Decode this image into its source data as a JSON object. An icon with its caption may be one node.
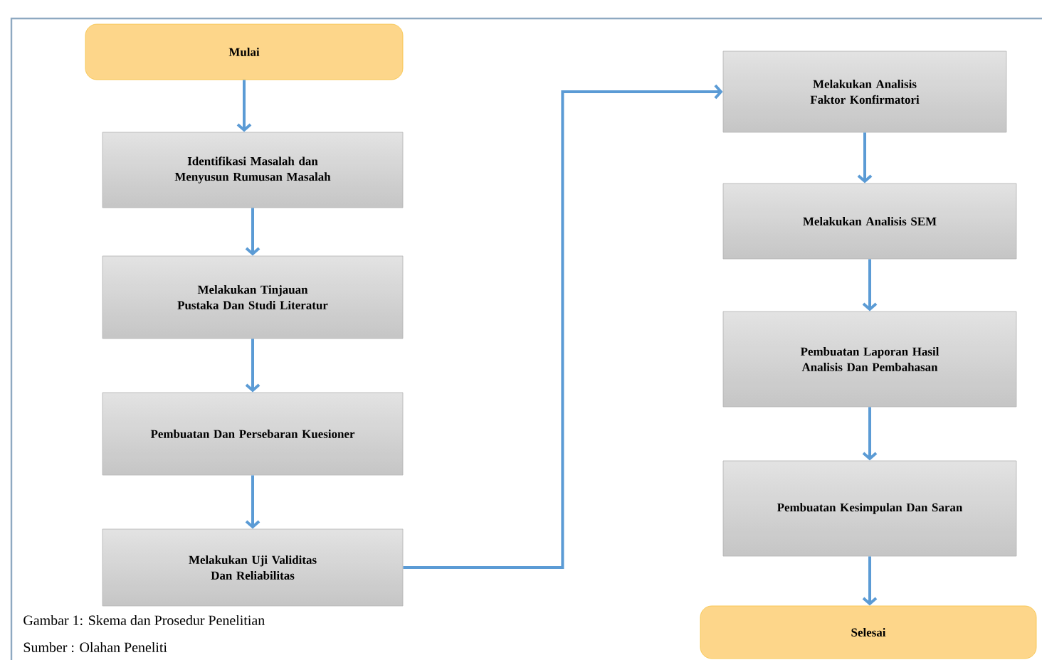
{
  "diagram": {
    "caption": "Gambar 1: Skema dan Prosedur Penelitian",
    "nodes": [
      {
        "text": [
          "Mulai"
        ]
      },
      {
        "text": [
          "Identifikasi Masalah dan Menyusun Rumusan Masalah"
        ]
      },
      {
        "text": [
          "Melakukan Tinjauan Pustaka Dan Studi Literatur"
        ]
      },
      {
        "text": [
          "Pembuatan Dan Persebaran Kuesioner"
        ]
      },
      {
        "text": [
          "Melakukan Uji Validitas Dan Reliabilitas"
        ]
      },
      {
        "text": [
          "Melakukan Analisis Faktor Konfirmatori"
        ]
      },
      {
        "text": [
          "Melakukan Analisis SEM"
        ]
      },
      {
        "text": [
          "Pembuatan Laporan Hasil Analisis Dan Pembahasan"
        ]
      },
      {
        "text": [
          "Pembuatan Kesimpulan Dan Saran"
        ]
      },
      {
        "text": [
          "Selesai"
        ]
      }
    ],
    "edges": [
      {
        "from": 0,
        "to": 1,
        "arrow": "to"
      },
      {
        "from": 1,
        "to": 2,
        "arrow": "to"
      },
      {
        "from": 2,
        "to": 3,
        "arrow": "to"
      },
      {
        "from": 3,
        "to": 4,
        "arrow": "to"
      },
      {
        "from": 4,
        "to": 5,
        "arrow": "to"
      },
      {
        "from": 5,
        "to": 6,
        "arrow": "to"
      },
      {
        "from": 6,
        "to": 7,
        "arrow": "to"
      },
      {
        "from": 7,
        "to": 8,
        "arrow": "to"
      },
      {
        "from": 8,
        "to": 9,
        "arrow": "to"
      }
    ],
    "labels": [
      "Sumber : Olahan Peneliti"
    ]
  }
}
